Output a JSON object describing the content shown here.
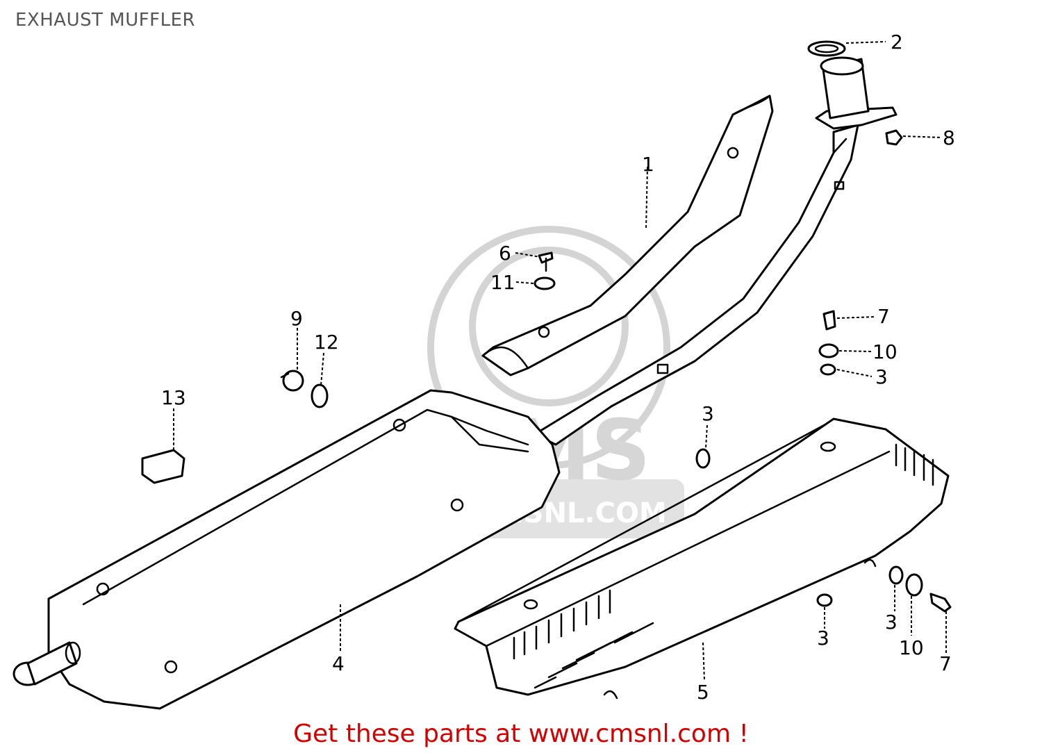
{
  "page": {
    "title": "EXHAUST MUFFLER",
    "footer": "Get these parts at www.cmsnl.com !"
  },
  "watermark": {
    "logo_text": "CMS",
    "url_text": "WWW.CMSNL.COM"
  },
  "callouts": [
    {
      "id": "1",
      "label": "1"
    },
    {
      "id": "2",
      "label": "2"
    },
    {
      "id": "3a",
      "label": "3"
    },
    {
      "id": "3b",
      "label": "3"
    },
    {
      "id": "3c",
      "label": "3"
    },
    {
      "id": "3d",
      "label": "3"
    },
    {
      "id": "4",
      "label": "4"
    },
    {
      "id": "5",
      "label": "5"
    },
    {
      "id": "6",
      "label": "6"
    },
    {
      "id": "7a",
      "label": "7"
    },
    {
      "id": "7b",
      "label": "7"
    },
    {
      "id": "8",
      "label": "8"
    },
    {
      "id": "9",
      "label": "9"
    },
    {
      "id": "10a",
      "label": "10"
    },
    {
      "id": "10b",
      "label": "10"
    },
    {
      "id": "11",
      "label": "11"
    },
    {
      "id": "12",
      "label": "12"
    },
    {
      "id": "13",
      "label": "13"
    }
  ],
  "colors": {
    "line": "#000000",
    "watermark": "#d4d4d4",
    "footer": "#d40000",
    "title": "#555555"
  }
}
